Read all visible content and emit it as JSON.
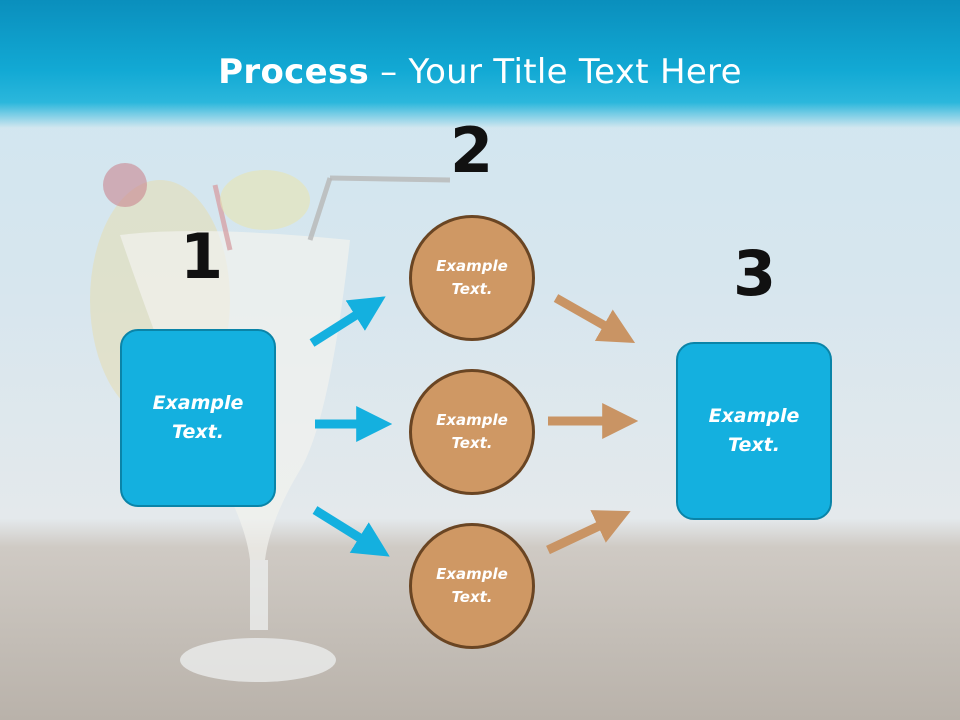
{
  "title": {
    "bold": "Process",
    "rest": " – Your Title Text Here"
  },
  "steps": {
    "one": "1",
    "two": "2",
    "three": "3"
  },
  "left_box": {
    "text": "Example Text."
  },
  "circles": [
    {
      "text": "Example Text."
    },
    {
      "text": "Example Text."
    },
    {
      "text": "Example Text."
    }
  ],
  "right_box": {
    "text": "Example Text."
  },
  "colors": {
    "box": "#14b0df",
    "circle": "#cf9864",
    "arrow_blue": "#14b0df",
    "arrow_brown": "#c99464"
  }
}
